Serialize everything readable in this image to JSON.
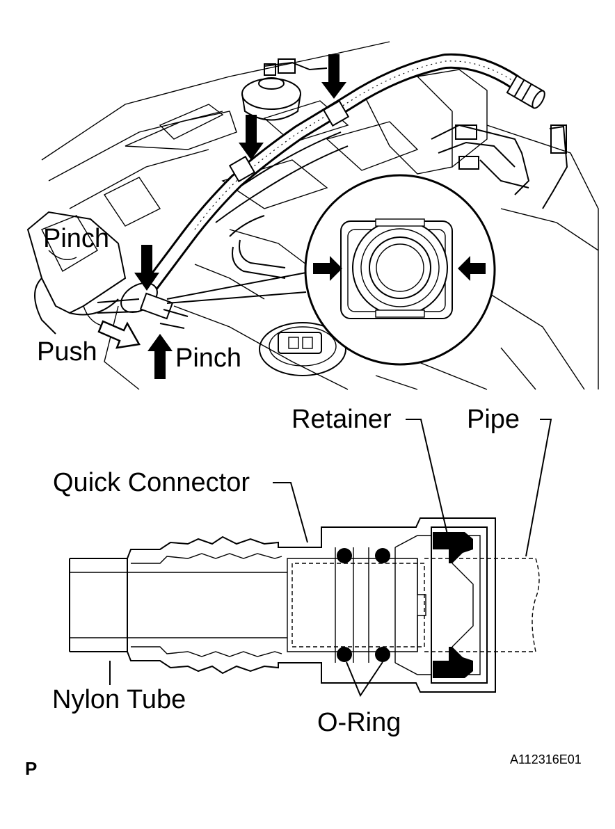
{
  "labels": {
    "pinch_left": "Pinch",
    "push": "Push",
    "pinch_lower": "Pinch",
    "retainer": "Retainer",
    "pipe": "Pipe",
    "quick_connector": "Quick Connector",
    "nylon_tube": "Nylon Tube",
    "o_ring": "O-Ring",
    "section_letter": "P",
    "figure_id": "A112316E01"
  },
  "colors": {
    "ink": "#000000",
    "paper": "#ffffff"
  },
  "icons": {
    "press_arrow": "solid-black-arrow",
    "push_arrow": "hollow-outline-arrow"
  }
}
